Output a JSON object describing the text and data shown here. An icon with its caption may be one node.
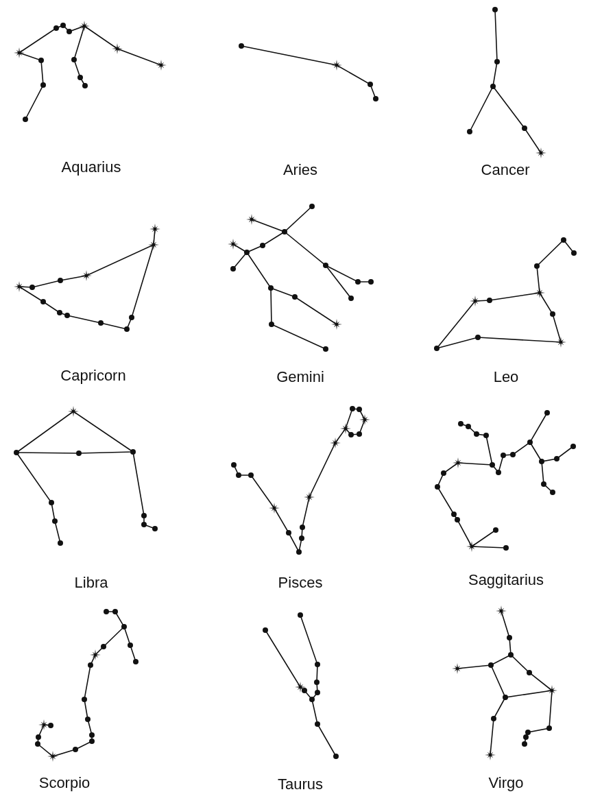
{
  "diagram": {
    "labels": [
      "Aquarius",
      "Aries",
      "Cancer",
      "Capricorn",
      "Gemini",
      "Leo",
      "Libra",
      "Pisces",
      "Saggitarius",
      "Scorpio",
      "Taurus",
      "Virgo"
    ]
  }
}
